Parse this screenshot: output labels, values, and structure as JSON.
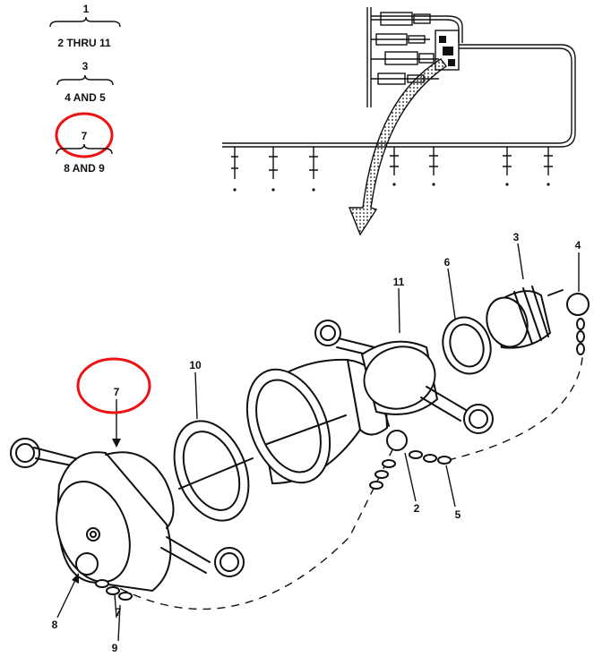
{
  "hierarchy": {
    "group1": {
      "top": "1",
      "bottom": "2 THRU 11"
    },
    "group2": {
      "top": "3",
      "bottom": "4 AND 5"
    },
    "group3": {
      "top": "7",
      "bottom": "8 AND 9"
    }
  },
  "callouts": {
    "c1": "3",
    "c2": "4",
    "c3": "6",
    "c4": "11",
    "c5": "10",
    "c6": "7",
    "c7": "2",
    "c8": "5",
    "c9": "8",
    "c10": "7",
    "c11": "9"
  },
  "colors": {
    "highlight": "#e11111",
    "ink": "#111111"
  }
}
